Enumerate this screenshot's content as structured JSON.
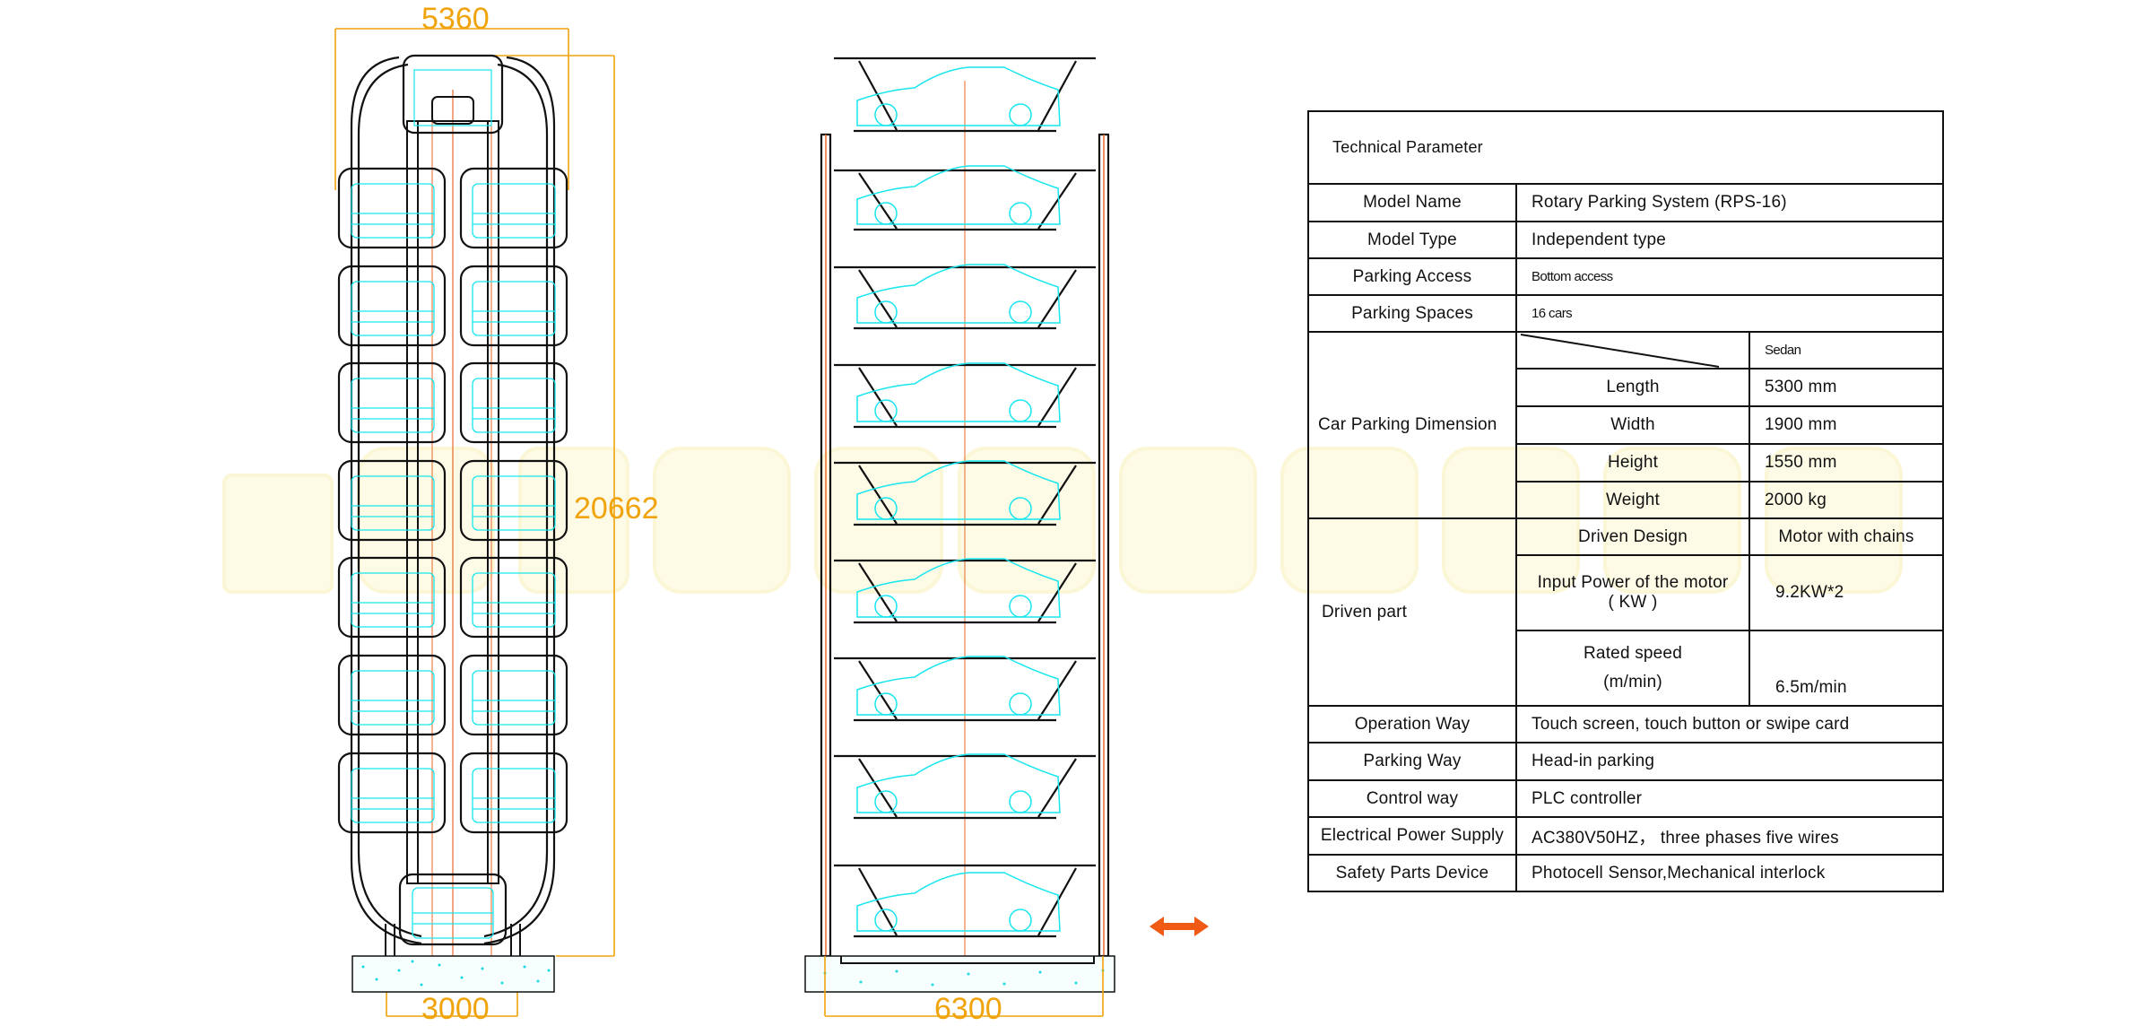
{
  "watermark": {
    "text": "PARKING",
    "color": "#fdfbe8"
  },
  "colors": {
    "dimension": "#f0a30a",
    "car_outline": "#17e6ee",
    "structure": "#111111",
    "centerline": "#e86a2a",
    "arrow": "#f05a14",
    "ground_dots": "#19d9e6"
  },
  "side_view": {
    "width_dim": "5360",
    "height_dim": "20662",
    "base_dim": "3000",
    "pallets_per_side": 8,
    "total_spaces": 16
  },
  "front_view": {
    "base_dim": "6300",
    "levels": 9,
    "direction_icon": "double-arrow-horizontal"
  },
  "table": {
    "title": "Technical Parameter",
    "rows": {
      "model_name": {
        "label": "Model Name",
        "value": "Rotary Parking System  (RPS-16)"
      },
      "model_type": {
        "label": "Model Type",
        "value": "Independent type"
      },
      "parking_access": {
        "label": "Parking Access",
        "value": "Bottom access"
      },
      "parking_spaces": {
        "label": "Parking Spaces",
        "value": "16 cars"
      }
    },
    "car_dimension": {
      "label": "Car Parking Dimension",
      "header": "Sedan",
      "items": [
        {
          "label": "Length",
          "value": "5300 mm"
        },
        {
          "label": "Width",
          "value": "1900 mm"
        },
        {
          "label": "Height",
          "value": "1550 mm"
        },
        {
          "label": "Weight",
          "value": "2000 kg"
        }
      ]
    },
    "driven_part": {
      "label": "Driven part",
      "items": [
        {
          "label": "Driven Design",
          "label2": "",
          "value": "Motor with chains"
        },
        {
          "label": "Input Power of the motor",
          "label2": "( KW )",
          "value": "9.2KW*2"
        },
        {
          "label": "Rated speed",
          "label2": "(m/min)",
          "value": "6.5m/min"
        }
      ]
    },
    "bottom_rows": [
      {
        "label": "Operation Way",
        "value": "Touch screen, touch button or swipe card"
      },
      {
        "label": "Parking Way",
        "value": "Head-in parking"
      },
      {
        "label": "Control way",
        "value": "PLC controller"
      },
      {
        "label": "Electrical Power Supply",
        "value": "AC380V50HZ， three phases five wires"
      },
      {
        "label": "Safety Parts Device",
        "value": "Photocell Sensor,Mechanical interlock"
      }
    ]
  }
}
